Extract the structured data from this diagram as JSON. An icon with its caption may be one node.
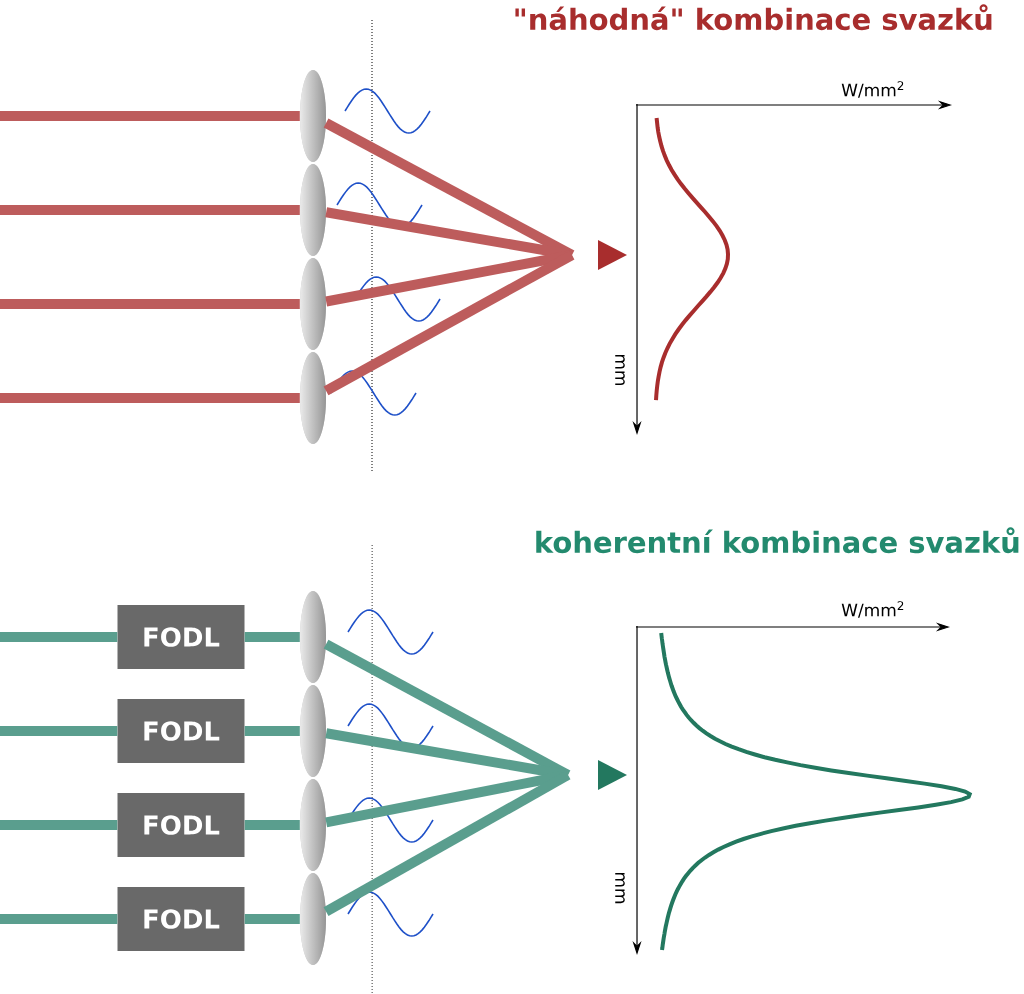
{
  "diagram": {
    "nodes": [
      {
        "text": [],
        "shape": "lens"
      },
      {
        "text": [],
        "shape": "lens"
      },
      {
        "text": [],
        "shape": "lens"
      },
      {
        "text": [],
        "shape": "lens"
      },
      {
        "text": [],
        "shape": "lens"
      },
      {
        "text": [],
        "shape": "lens"
      },
      {
        "text": [],
        "shape": "lens"
      },
      {
        "text": [],
        "shape": "lens"
      },
      {
        "text": [
          "FODL"
        ]
      },
      {
        "text": [
          "FODL"
        ]
      },
      {
        "text": [
          "FODL"
        ]
      },
      {
        "text": [
          "FODL"
        ]
      }
    ],
    "edges": [
      {
        "from": null,
        "to": 0,
        "arrow": "none",
        "color": "#bd5c5c"
      },
      {
        "from": 0,
        "to": null,
        "arrow": "none",
        "color": "#bd5c5c"
      },
      {
        "from": null,
        "to": 1,
        "arrow": "none",
        "color": "#bd5c5c"
      },
      {
        "from": 1,
        "to": null,
        "arrow": "none",
        "color": "#bd5c5c"
      },
      {
        "from": null,
        "to": 2,
        "arrow": "none",
        "color": "#bd5c5c"
      },
      {
        "from": 2,
        "to": null,
        "arrow": "none",
        "color": "#bd5c5c"
      },
      {
        "from": null,
        "to": 3,
        "arrow": "none",
        "color": "#bd5c5c"
      },
      {
        "from": 3,
        "to": null,
        "arrow": "none",
        "color": "#bd5c5c"
      },
      {
        "from": null,
        "to": 8,
        "arrow": "none",
        "color": "#5a9e8e"
      },
      {
        "from": 8,
        "to": 4,
        "arrow": "none",
        "color": "#5a9e8e"
      },
      {
        "from": 4,
        "to": null,
        "arrow": "none",
        "color": "#5a9e8e"
      },
      {
        "from": null,
        "to": 9,
        "arrow": "none",
        "color": "#5a9e8e"
      },
      {
        "from": 9,
        "to": 5,
        "arrow": "none",
        "color": "#5a9e8e"
      },
      {
        "from": 5,
        "to": null,
        "arrow": "none",
        "color": "#5a9e8e"
      },
      {
        "from": null,
        "to": 10,
        "arrow": "none",
        "color": "#5a9e8e"
      },
      {
        "from": 10,
        "to": 6,
        "arrow": "none",
        "color": "#5a9e8e"
      },
      {
        "from": 6,
        "to": null,
        "arrow": "none",
        "color": "#5a9e8e"
      },
      {
        "from": null,
        "to": 11,
        "arrow": "none",
        "color": "#5a9e8e"
      },
      {
        "from": 11,
        "to": 7,
        "arrow": "none",
        "color": "#5a9e8e"
      },
      {
        "from": 7,
        "to": null,
        "arrow": "none",
        "color": "#5a9e8e"
      }
    ],
    "labels": [
      "\"náhodná\" kombinace svazků",
      "W/mm$^{2}$",
      "mm",
      "koherentní kombinace svazků",
      "W/mm$^{2}$",
      "mm"
    ]
  }
}
